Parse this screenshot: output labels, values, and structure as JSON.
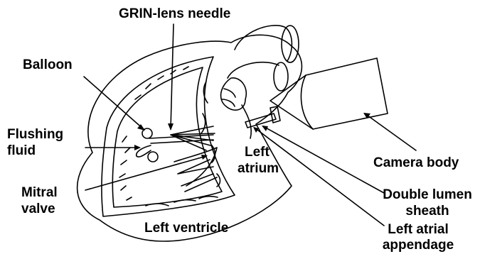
{
  "labels": {
    "grin_lens_needle": "GRIN-lens needle",
    "balloon": "Balloon",
    "flushing_fluid_line1": "Flushing",
    "flushing_fluid_line2": "fluid",
    "left_atrium_line1": "Left",
    "left_atrium_line2": "atrium",
    "camera_body": "Camera body",
    "mitral_valve_line1": "Mitral",
    "mitral_valve_line2": "valve",
    "double_lumen_sheath_line1": "Double lumen",
    "double_lumen_sheath_line2": "sheath",
    "left_ventricle": "Left ventricle",
    "left_atrial_appendage_line1": "Left atrial",
    "left_atrial_appendage_line2": "appendage"
  },
  "colors": {
    "ink": "#000000",
    "background": "#ffffff"
  }
}
